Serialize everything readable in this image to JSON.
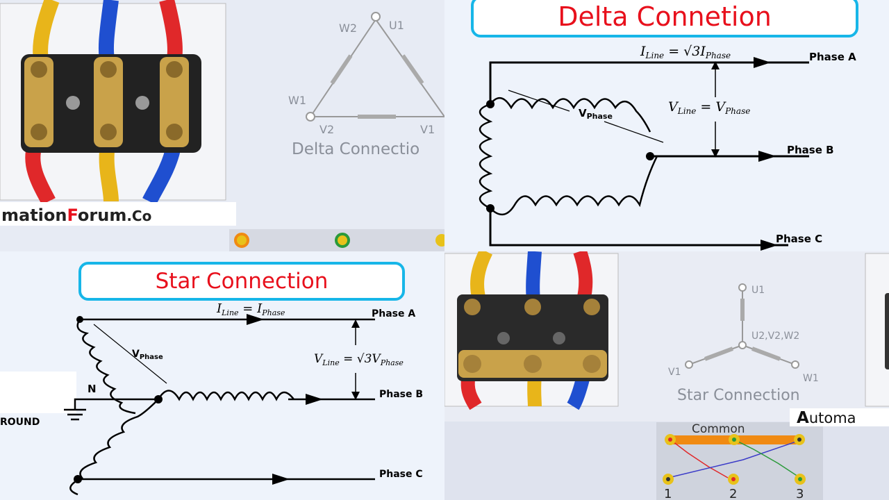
{
  "top_left": {
    "delta_terminals": {
      "w2": "W2",
      "u1": "U1",
      "w1": "W1",
      "v2": "V2",
      "v1": "V1"
    },
    "delta_caption": "Delta Connectio",
    "watermark_pre": "mation",
    "watermark_accent": "F",
    "watermark_mid": "orum",
    "watermark_post": ".Co"
  },
  "top_right": {
    "title": "Delta Connetion",
    "i_line": "I",
    "i_line_sub": "Line",
    "i_eq": "= √3I",
    "i_phase_sub": "Phase",
    "v_line": "V",
    "v_line_sub": "Line",
    "v_eq": "= V",
    "v_phase_sub": "Phase",
    "vphase_label": "V",
    "vphase_sub": "Phase",
    "phase_a": "Phase  A",
    "phase_b": "Phase  B",
    "phase_c": "Phase  C"
  },
  "bottom_left": {
    "title": "Star Connection",
    "i_line": "I",
    "i_line_sub": "Line",
    "i_eq": "= I",
    "i_phase_sub": "Phase",
    "v_line": "V",
    "v_line_sub": "Line",
    "v_eq": "= √3V",
    "v_phase_sub": "Phase",
    "vphase_label": "V",
    "vphase_sub": "Phase",
    "neutral": "N",
    "ground": "ROUND",
    "phase_a": "Phase  A",
    "phase_b": "Phase  B",
    "phase_c": "Phase  C"
  },
  "bottom_right": {
    "star_terminals": {
      "u1": "U1",
      "center": "U2,V2,W2",
      "v1": "V1",
      "w1": "W1"
    },
    "star_caption": "Star Connection",
    "watermark_accent": "A",
    "watermark_rest": "utoma",
    "common_label": "Common",
    "terminal_numbers": [
      "1",
      "2",
      "3"
    ]
  },
  "colors": {
    "title_red": "#e8101c",
    "title_border": "#17b6e8",
    "wire_red": "#e0282a",
    "wire_blue": "#1f4fd0",
    "wire_yellow": "#e8b51a",
    "brass": "#c9a24a",
    "common_bar": "#f08a12"
  }
}
